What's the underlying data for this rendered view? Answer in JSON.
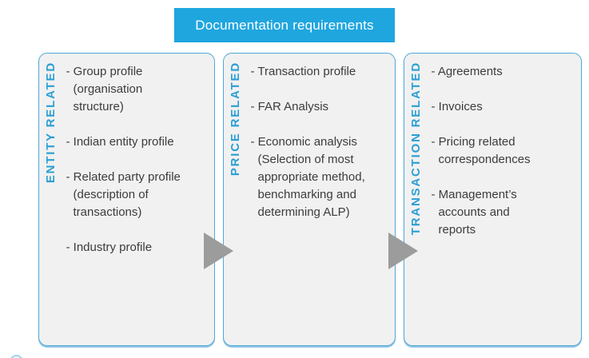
{
  "header": {
    "title": "Documentation requirements"
  },
  "columns": [
    {
      "label": "ENTITY RELATED",
      "items": [
        "- Group profile\n(organisation\nstructure)",
        "- Indian entity profile",
        "- Related party profile\n(description of\ntransactions)",
        "- Industry profile"
      ]
    },
    {
      "label": "PRICE RELATED",
      "items": [
        "- Transaction profile",
        "- FAR Analysis",
        "- Economic analysis\n(Selection of most\nappropriate method,\nbenchmarking and\ndetermining ALP)"
      ]
    },
    {
      "label": "TRANSACTION RELATED",
      "items": [
        "- Agreements",
        "- Invoices",
        "- Pricing related\ncorrespondences",
        "- Management’s\naccounts and\nreports"
      ]
    }
  ],
  "icons": [
    {
      "name": "flow-arrow-right-1",
      "glyph": "right-pointing-triangle"
    },
    {
      "name": "flow-arrow-right-2",
      "glyph": "right-pointing-triangle"
    }
  ],
  "colors": {
    "header_bg": "#1FA6DF",
    "header_text": "#FFFFFF",
    "column_border": "#4FA8D8",
    "column_bg": "#F1F1F1",
    "label_text": "#2B9FD4",
    "body_text": "#3C3C3C",
    "arrow": "#9C9C9C"
  }
}
